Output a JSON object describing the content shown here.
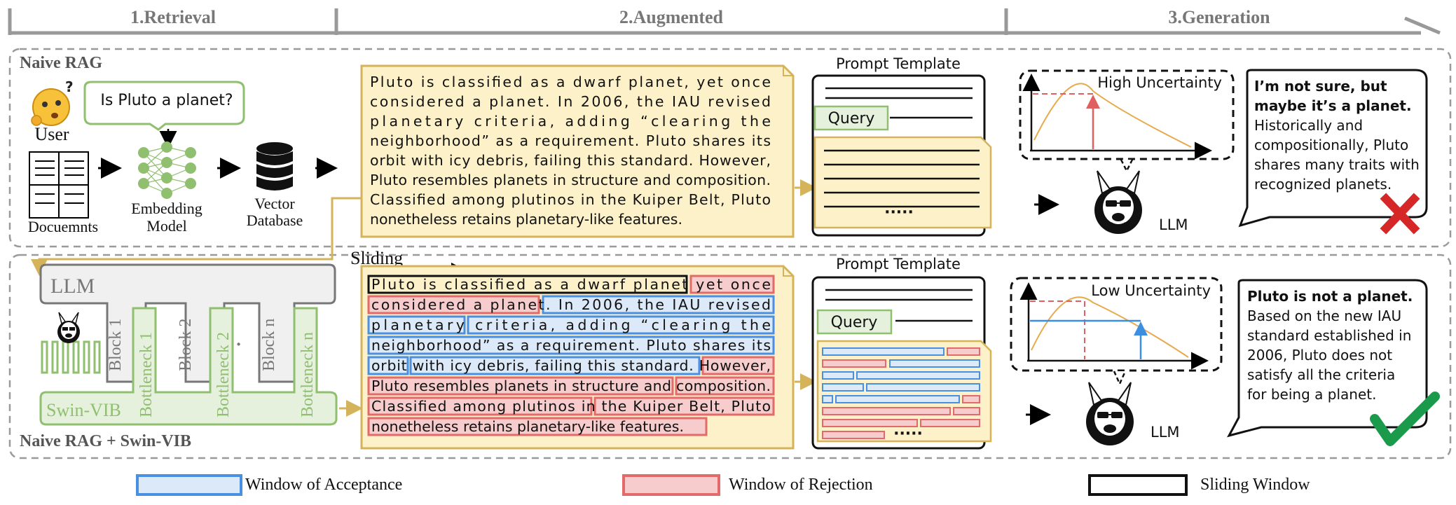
{
  "stages": [
    "1.Retrieval",
    "2.Augmented",
    "3.Generation"
  ],
  "naive_rag": {
    "title": "Naive  RAG",
    "user_label": "User",
    "query_bubble": "Is Pluto a planet?",
    "documents_label": "Docuemnts",
    "embedding_label": [
      "Embedding",
      "Model"
    ],
    "vector_db_label": [
      "Vector",
      "Database"
    ],
    "passage_lines": [
      "Pluto is classified as a dwarf planet, yet once",
      "considered a planet. In 2006, the IAU revised",
      "planetary  criteria,  adding  “clearing  the",
      "neighborhood” as a requirement. Pluto shares its",
      "orbit with icy debris, failing this standard. However,",
      "Pluto resembles planets in structure and composition.",
      "Classified among plutinos in the Kuiper Belt, Pluto",
      "nonetheless retains planetary-like features."
    ],
    "prompt_template_title": "Prompt Template",
    "query_label": "Query",
    "ellipsis": "·····",
    "uncertainty_label": "High Uncertainty",
    "llm_label": "LLM",
    "answer_lines": [
      "I’m not sure, but",
      "maybe it’s a planet.",
      "Historically and",
      "compositionally, Pluto",
      "shares many traits with",
      "recognized planets."
    ],
    "answer_bold_lines": 2,
    "verdict": "wrong"
  },
  "swin_rag": {
    "title": "Naive  RAG + Swin-VIB",
    "llm_box_label": "LLM",
    "blocks": [
      "Block 1",
      "Block 2",
      "Block n"
    ],
    "bottlenecks": [
      "Bottleneck 1",
      "Bottleneck 2",
      "Bottleneck n"
    ],
    "swin_vib_label": "Swin-VIB",
    "dots": "· ·",
    "sliding_label": "Sliding",
    "passage_lines": [
      "Pluto is classified as a dwarf planet  yet once",
      "considered a planet.  In 2006, the IAU revised",
      "planetary  criteria,  adding  “clearing  the",
      "neighborhood” as a requirement. Pluto shares its",
      "orbit  with icy debris, failing this standard. However,",
      "Pluto resembles planets in structure and composition.",
      "Classified among plutinos in the Kuiper Belt, Pluto",
      "nonetheless retains planetary-like features."
    ],
    "prompt_template_title": "Prompt Template",
    "query_label": "Query",
    "ellipsis": "·····",
    "uncertainty_label": "Low Uncertainty",
    "llm_label": "LLM",
    "answer_lines": [
      "Pluto is not a planet.",
      "Based on the new IAU",
      "standard established in",
      "2006, Pluto does not",
      "satisfy all the criteria",
      "for being a planet."
    ],
    "answer_bold_lines": 1,
    "verdict": "correct"
  },
  "legend": [
    "Window of  Acceptance",
    "Window of  Rejection",
    "Sliding Window"
  ],
  "colors": {
    "acceptance": "#4a90e2",
    "acceptance_fill": "#dce9f8",
    "rejection": "#e26a6a",
    "rejection_fill": "#f6cccc",
    "green": "#8fbf6f",
    "green_fill": "#e6f1dd",
    "gold": "#d4b35a",
    "gold_fill": "#fdf1c9",
    "curve": "#e8a94a",
    "arrow_red": "#e06060",
    "arrow_blue": "#3b8ee0",
    "wrong": "#d62728",
    "correct": "#1a9a4a"
  }
}
